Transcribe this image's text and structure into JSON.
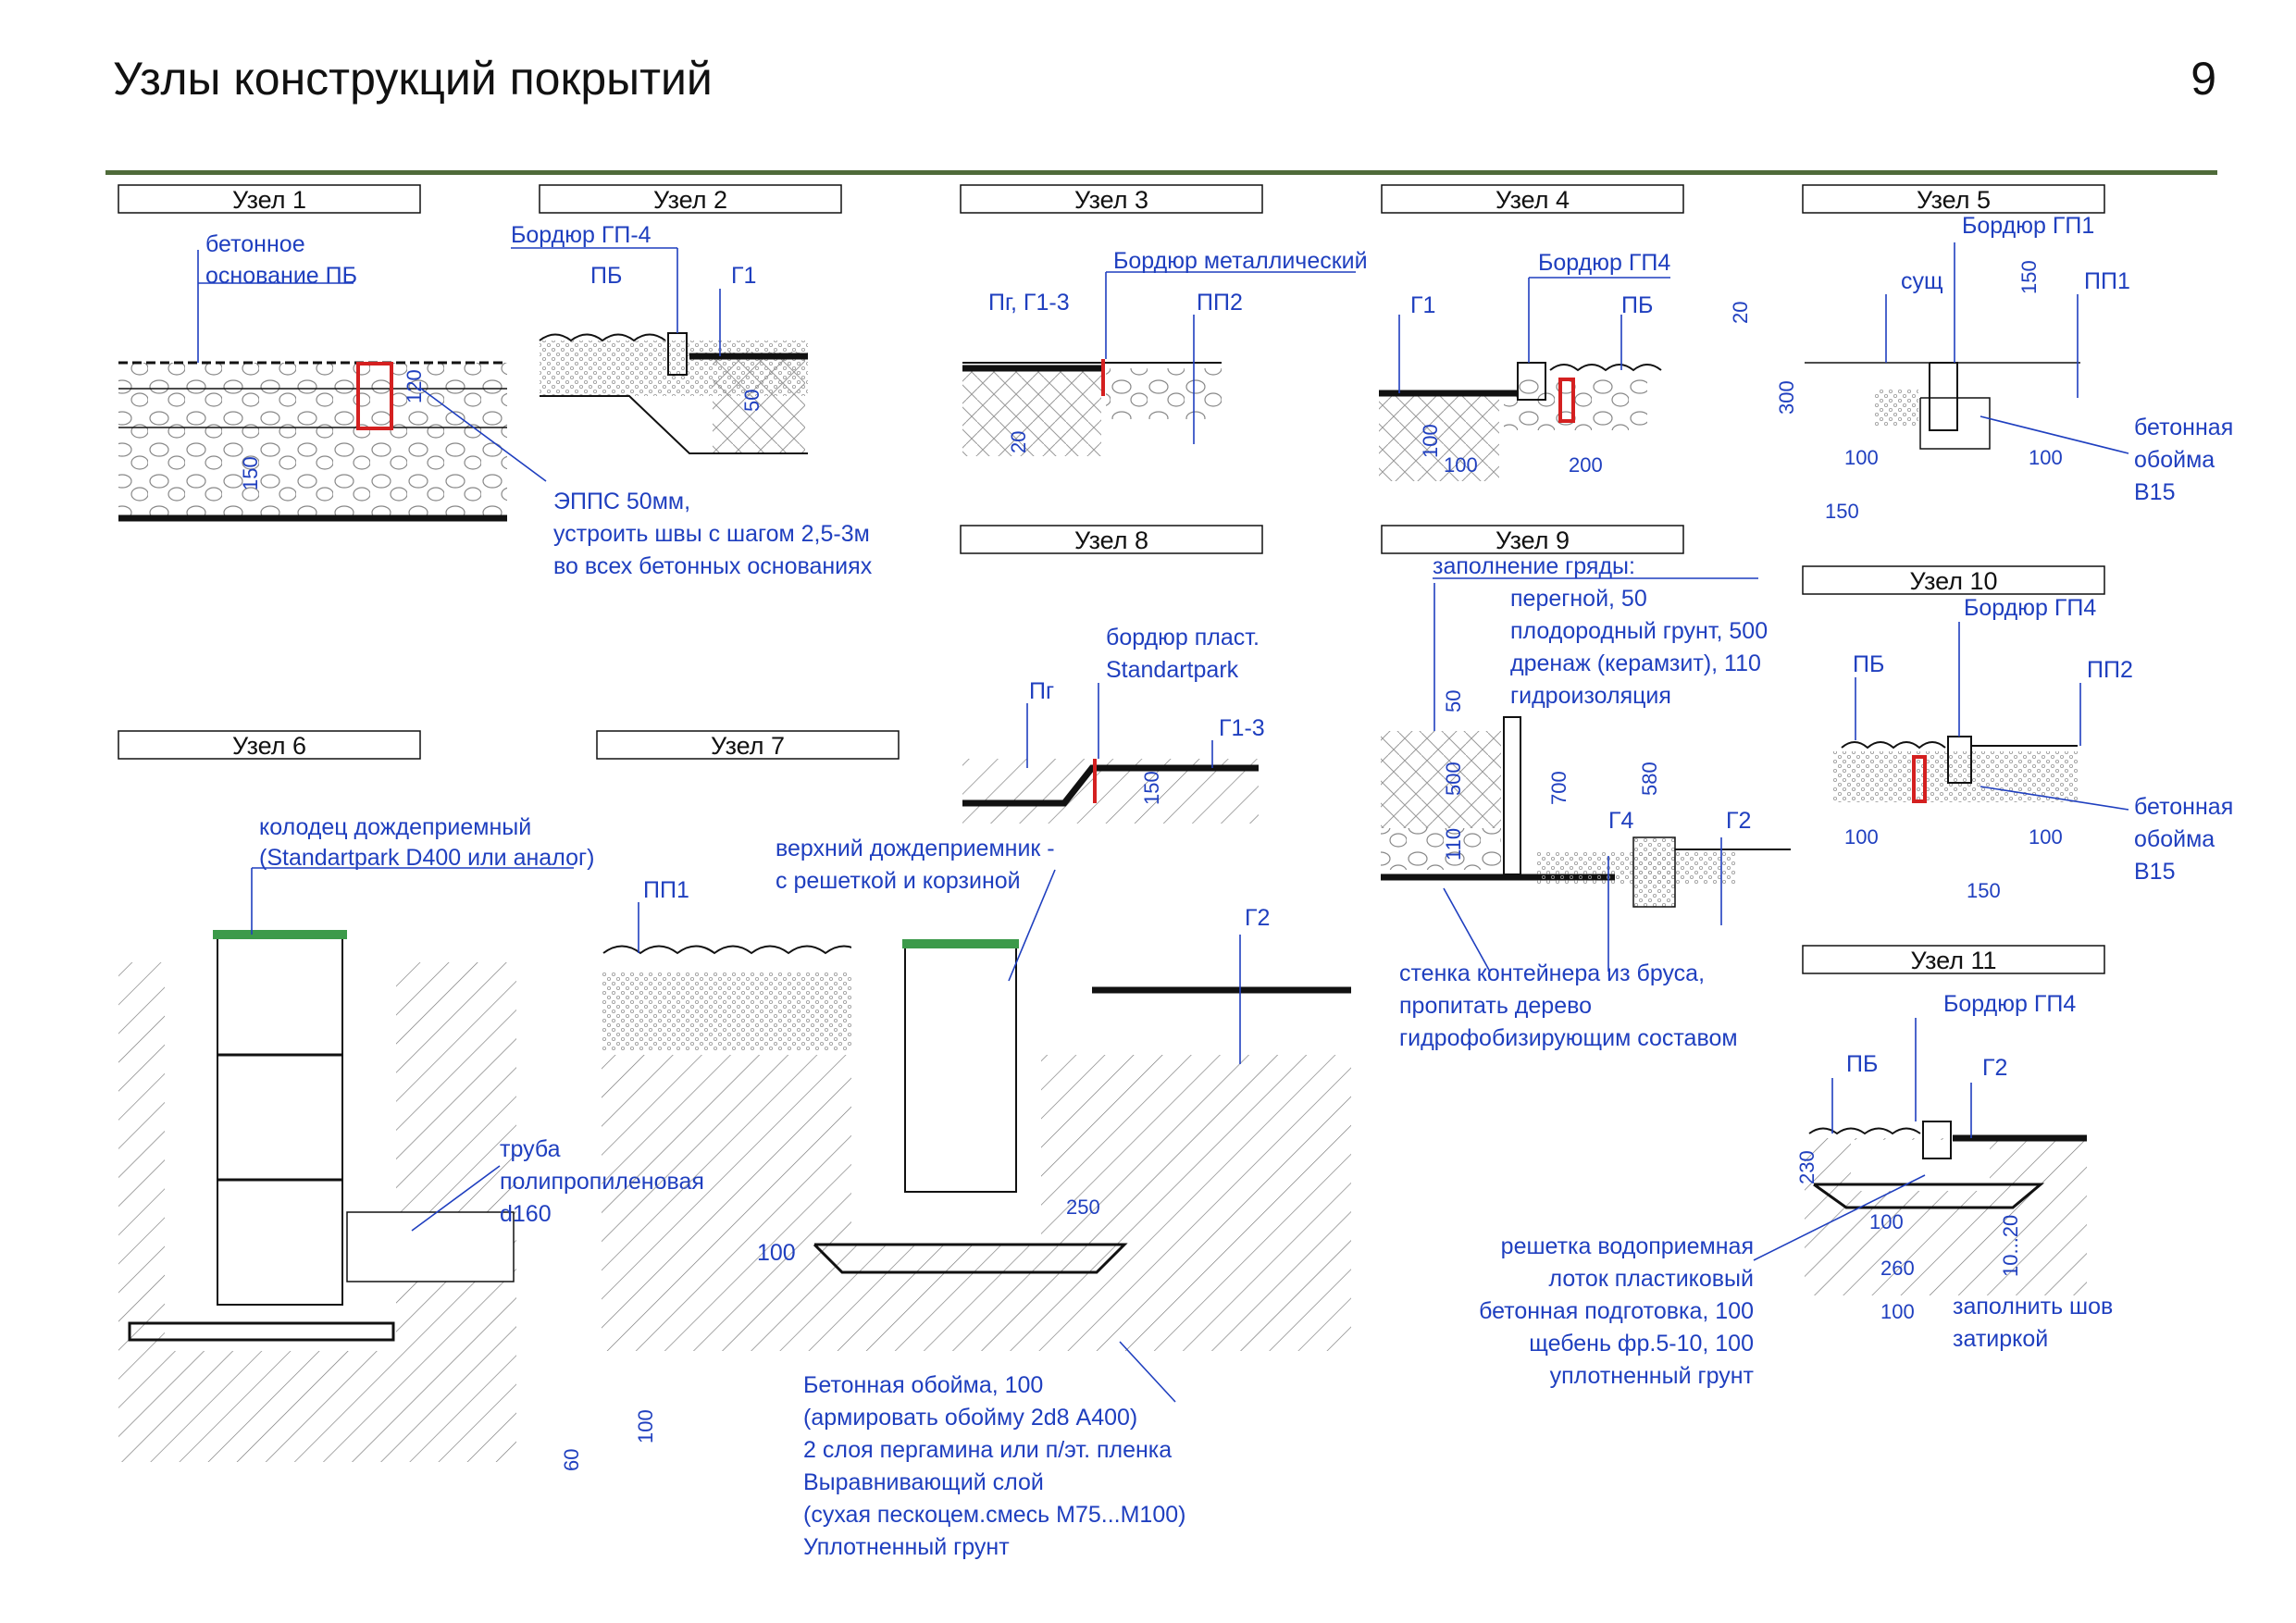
{
  "page": {
    "title": "Узлы конструкций покрытий",
    "number": "9"
  },
  "nodes": [
    {
      "title": "Узел 1",
      "labels": [
        "бетонное",
        "основание ПБ",
        "ЭППС 50мм,",
        "устроить швы с шагом 2,5-3м",
        "во всех бетонных основаниях"
      ],
      "dims": [
        "120",
        "150"
      ]
    },
    {
      "title": "Узел 2",
      "labels": [
        "Бордюр ГП-4",
        "ПБ",
        "Г1"
      ],
      "dims": [
        "50"
      ]
    },
    {
      "title": "Узел 3",
      "labels": [
        "Бордюр металлический",
        "Пг, Г1-3",
        "ПП2"
      ],
      "dims": [
        "20"
      ]
    },
    {
      "title": "Узел 4",
      "labels": [
        "Бордюр ГП4",
        "Г1",
        "ПБ"
      ],
      "dims": [
        "100",
        "100",
        "200"
      ]
    },
    {
      "title": "Узел 5",
      "labels": [
        "Бордюр ГП1",
        "сущ",
        "ПП1",
        "бетонная",
        "обойма",
        "В15"
      ],
      "dims": [
        "20",
        "150",
        "300",
        "100",
        "100",
        "150"
      ]
    },
    {
      "title": "Узел 6",
      "labels": [
        "колодец дождеприемный",
        "(Standartpark D400 или аналог)",
        "труба",
        "полипропиленовая",
        "d160"
      ],
      "dims": [
        "60",
        "100"
      ]
    },
    {
      "title": "Узел 7",
      "labels": [
        "ПП1",
        "верхний дождеприемник -",
        "с решеткой и корзиной",
        "Г2",
        "Бетонная обойма, 100",
        "(армировать обойму 2d8 А400)",
        "2 слоя пергамина или п/эт. пленка",
        "Выравнивающий слой",
        "(сухая пескоцем.смесь М75...М100)",
        "Уплотненный грунт"
      ],
      "dims": [
        "250",
        "100"
      ]
    },
    {
      "title": "Узел 8",
      "labels": [
        "бордюр пласт.",
        "Standartpark",
        "Пг",
        "Г1-3"
      ],
      "dims": [
        "150"
      ]
    },
    {
      "title": "Узел 9",
      "labels": [
        "заполнение гряды:",
        "перегной, 50",
        "плодородный грунт, 500",
        "дренаж (керамзит), 110",
        "гидроизоляция",
        "Г4",
        "Г2",
        "стенка контейнера из бруса,",
        "пропитать дерево",
        "гидрофобизирующим составом"
      ],
      "dims": [
        "50",
        "500",
        "110",
        "700",
        "580"
      ]
    },
    {
      "title": "Узел 10",
      "labels": [
        "Бордюр ГП4",
        "ПБ",
        "ПП2",
        "бетонная",
        "обойма",
        "В15"
      ],
      "dims": [
        "100",
        "100",
        "150"
      ]
    },
    {
      "title": "Узел 11",
      "labels": [
        "Бордюр ГП4",
        "ПБ",
        "Г2",
        "решетка водоприемная",
        "лоток пластиковый",
        "бетонная подготовка, 100",
        "щебень фр.5-10, 100",
        "уплотненный грунт",
        "заполнить шов",
        "затиркой"
      ],
      "dims": [
        "230",
        "100",
        "10...20",
        "260",
        "100"
      ]
    }
  ]
}
